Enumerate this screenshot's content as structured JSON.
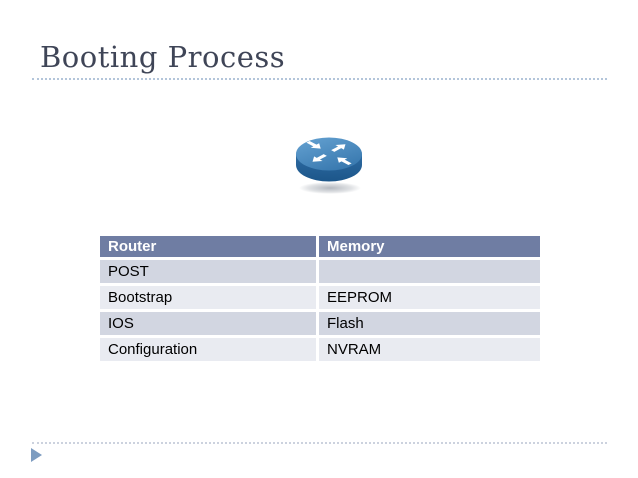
{
  "slide": {
    "title": "Booting Process"
  },
  "icons": {
    "router": "cisco-router-icon",
    "footer_marker": "triangle-right-icon"
  },
  "table": {
    "columns": [
      "Router",
      "Memory"
    ],
    "rows": [
      [
        "POST",
        ""
      ],
      [
        "Bootstrap",
        "EEPROM"
      ],
      [
        "IOS",
        "Flash"
      ],
      [
        "Configuration",
        "NVRAM"
      ]
    ]
  },
  "colors": {
    "title_text": "#3F4557",
    "title_rule_dotted": "#B3C5DA",
    "table_header_bg": "#6F7DA3",
    "table_header_text": "#FFFFFF",
    "row_band_dark": "#D2D6E1",
    "row_band_light": "#E9EBF1",
    "cell_text": "#000000",
    "footer_rule_dotted": "#CCD2DE",
    "footer_triangle": "#7D9CC0",
    "router_top_blue": "#3E7FB2",
    "router_side_blue": "#256094",
    "router_arrows": "#FFFFFF"
  }
}
